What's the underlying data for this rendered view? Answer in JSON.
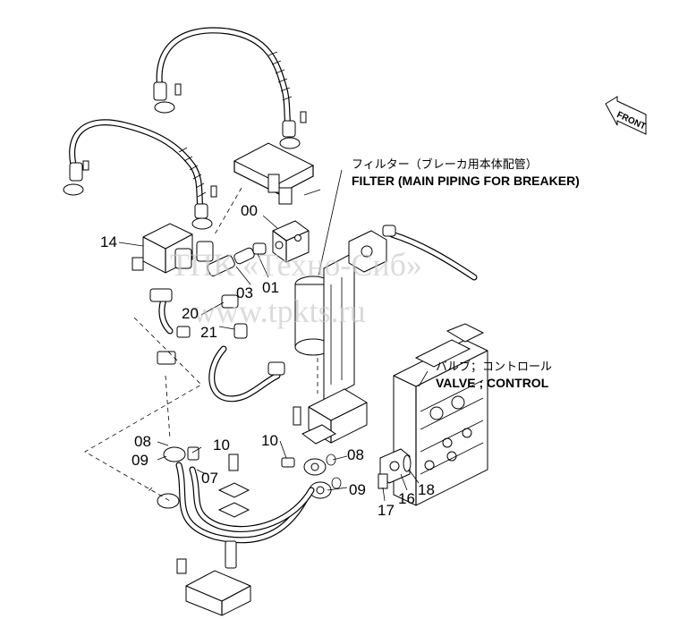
{
  "watermark": {
    "line1": "ТПК «Техно-Сиб»",
    "line2": "www.tpkts.ru"
  },
  "front_marker": "FRONT",
  "captions": {
    "filter_jp": "フィルター（ブレーカ用本体配管）",
    "filter_en": "FILTER (MAIN PIPING FOR BREAKER)",
    "valve_jp": "バルブ；コントロール",
    "valve_en": "VALVE ; CONTROL"
  },
  "callouts": {
    "c00": "00",
    "c14": "14",
    "c03": "03",
    "c01": "01",
    "c20": "20",
    "c21": "21",
    "c10a": "10",
    "c08a": "08",
    "c09a": "09",
    "c07": "07",
    "c10b": "10",
    "c08b": "08",
    "c09b": "09",
    "c17": "17",
    "c16": "16",
    "c18": "18"
  }
}
